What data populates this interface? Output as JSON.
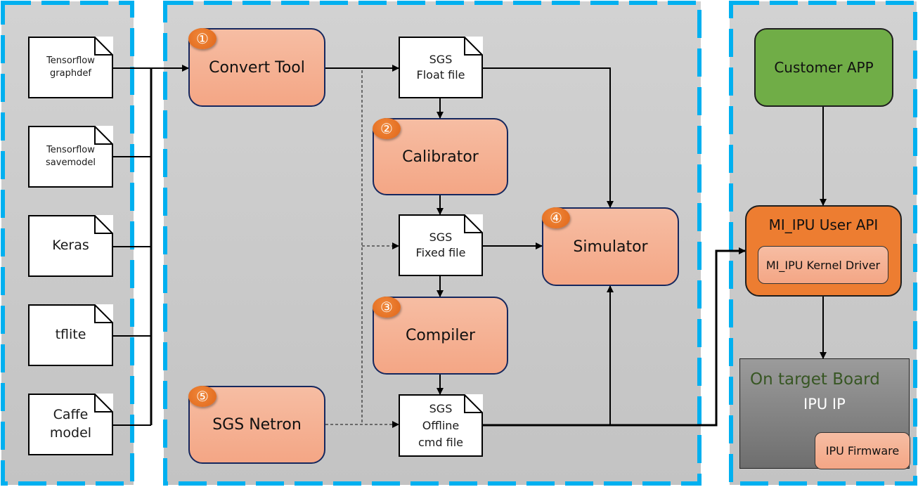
{
  "diagram": {
    "theme_colors": {
      "panel_border": "#00b0f0",
      "process_fill": "#f4b092",
      "process_border": "#15275e",
      "badge": "#e87322",
      "customer_app": "#70ad47",
      "user_api": "#ed7d31",
      "board_title": "#375623"
    },
    "input_formats": [
      {
        "id": "tf-graphdef",
        "label": "Tensorflow\ngraphdef"
      },
      {
        "id": "tf-savemodel",
        "label": "Tensorflow\nsavemodel"
      },
      {
        "id": "keras",
        "label": "Keras"
      },
      {
        "id": "tflite",
        "label": "tflite"
      },
      {
        "id": "caffe",
        "label": "Caffe\nmodel"
      }
    ],
    "tools": [
      {
        "id": "convert-tool",
        "badge": "①",
        "label": "Convert Tool"
      },
      {
        "id": "calibrator",
        "badge": "②",
        "label": "Calibrator"
      },
      {
        "id": "compiler",
        "badge": "③",
        "label": "Compiler"
      },
      {
        "id": "simulator",
        "badge": "④",
        "label": "Simulator"
      },
      {
        "id": "sgs-netron",
        "badge": "⑤",
        "label": "SGS Netron"
      }
    ],
    "files": [
      {
        "id": "float-file",
        "label": "SGS\nFloat file"
      },
      {
        "id": "fixed-file",
        "label": "SGS\nFixed file"
      },
      {
        "id": "offline-file",
        "label": "SGS\nOffline\ncmd file"
      }
    ],
    "target": {
      "customer_app": "Customer APP",
      "user_api": "MI_IPU User API",
      "kernel_driver": "MI_IPU Kernel Driver",
      "board_title": "On target Board",
      "ipu_ip": "IPU IP",
      "firmware": "IPU Firmware"
    }
  }
}
